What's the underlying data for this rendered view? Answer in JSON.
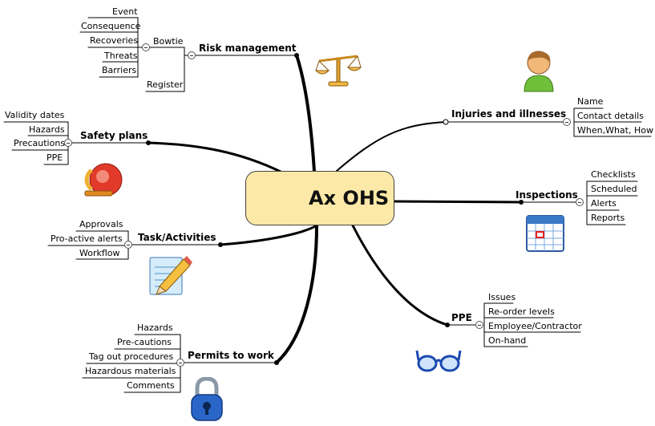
{
  "central": {
    "title": "Ax OHS"
  },
  "branches": {
    "risk": {
      "label": "Risk management",
      "icon": "scales-icon",
      "bowtie": {
        "label": "Bowtie",
        "items": [
          "Event",
          "Consequence",
          "Recoveries",
          "Threats",
          "Barriers"
        ]
      },
      "register": "Register"
    },
    "safety": {
      "label": "Safety plans",
      "icon": "alarm-icon",
      "items": [
        "Validity dates",
        "Hazards",
        "Precautions",
        "PPE"
      ]
    },
    "task": {
      "label": "Task/Activities",
      "icon": "notepad-pencil-icon",
      "items": [
        "Approvals",
        "Pro-active alerts",
        "Workflow"
      ]
    },
    "permits": {
      "label": "Permits to work",
      "icon": "padlock-icon",
      "items": [
        "Hazards",
        "Pre-cautions",
        "Tag out procedures",
        "Hazardous materials",
        "Comments"
      ]
    },
    "injuries": {
      "label": "Injuries and illnesses",
      "icon": "person-icon",
      "items": [
        "Name",
        "Contact details",
        "When,What, How"
      ]
    },
    "inspections": {
      "label": "Inspections",
      "icon": "calendar-icon",
      "items": [
        "Checklists",
        "Scheduled",
        "Alerts",
        "Reports"
      ]
    },
    "ppe": {
      "label": "PPE",
      "icon": "glasses-icon",
      "items": [
        "Issues",
        "Re-order levels",
        "Employee/Contractor",
        "On-hand"
      ]
    }
  },
  "colors": {
    "central_fill": "#fde9a7",
    "connector": "#000000"
  }
}
